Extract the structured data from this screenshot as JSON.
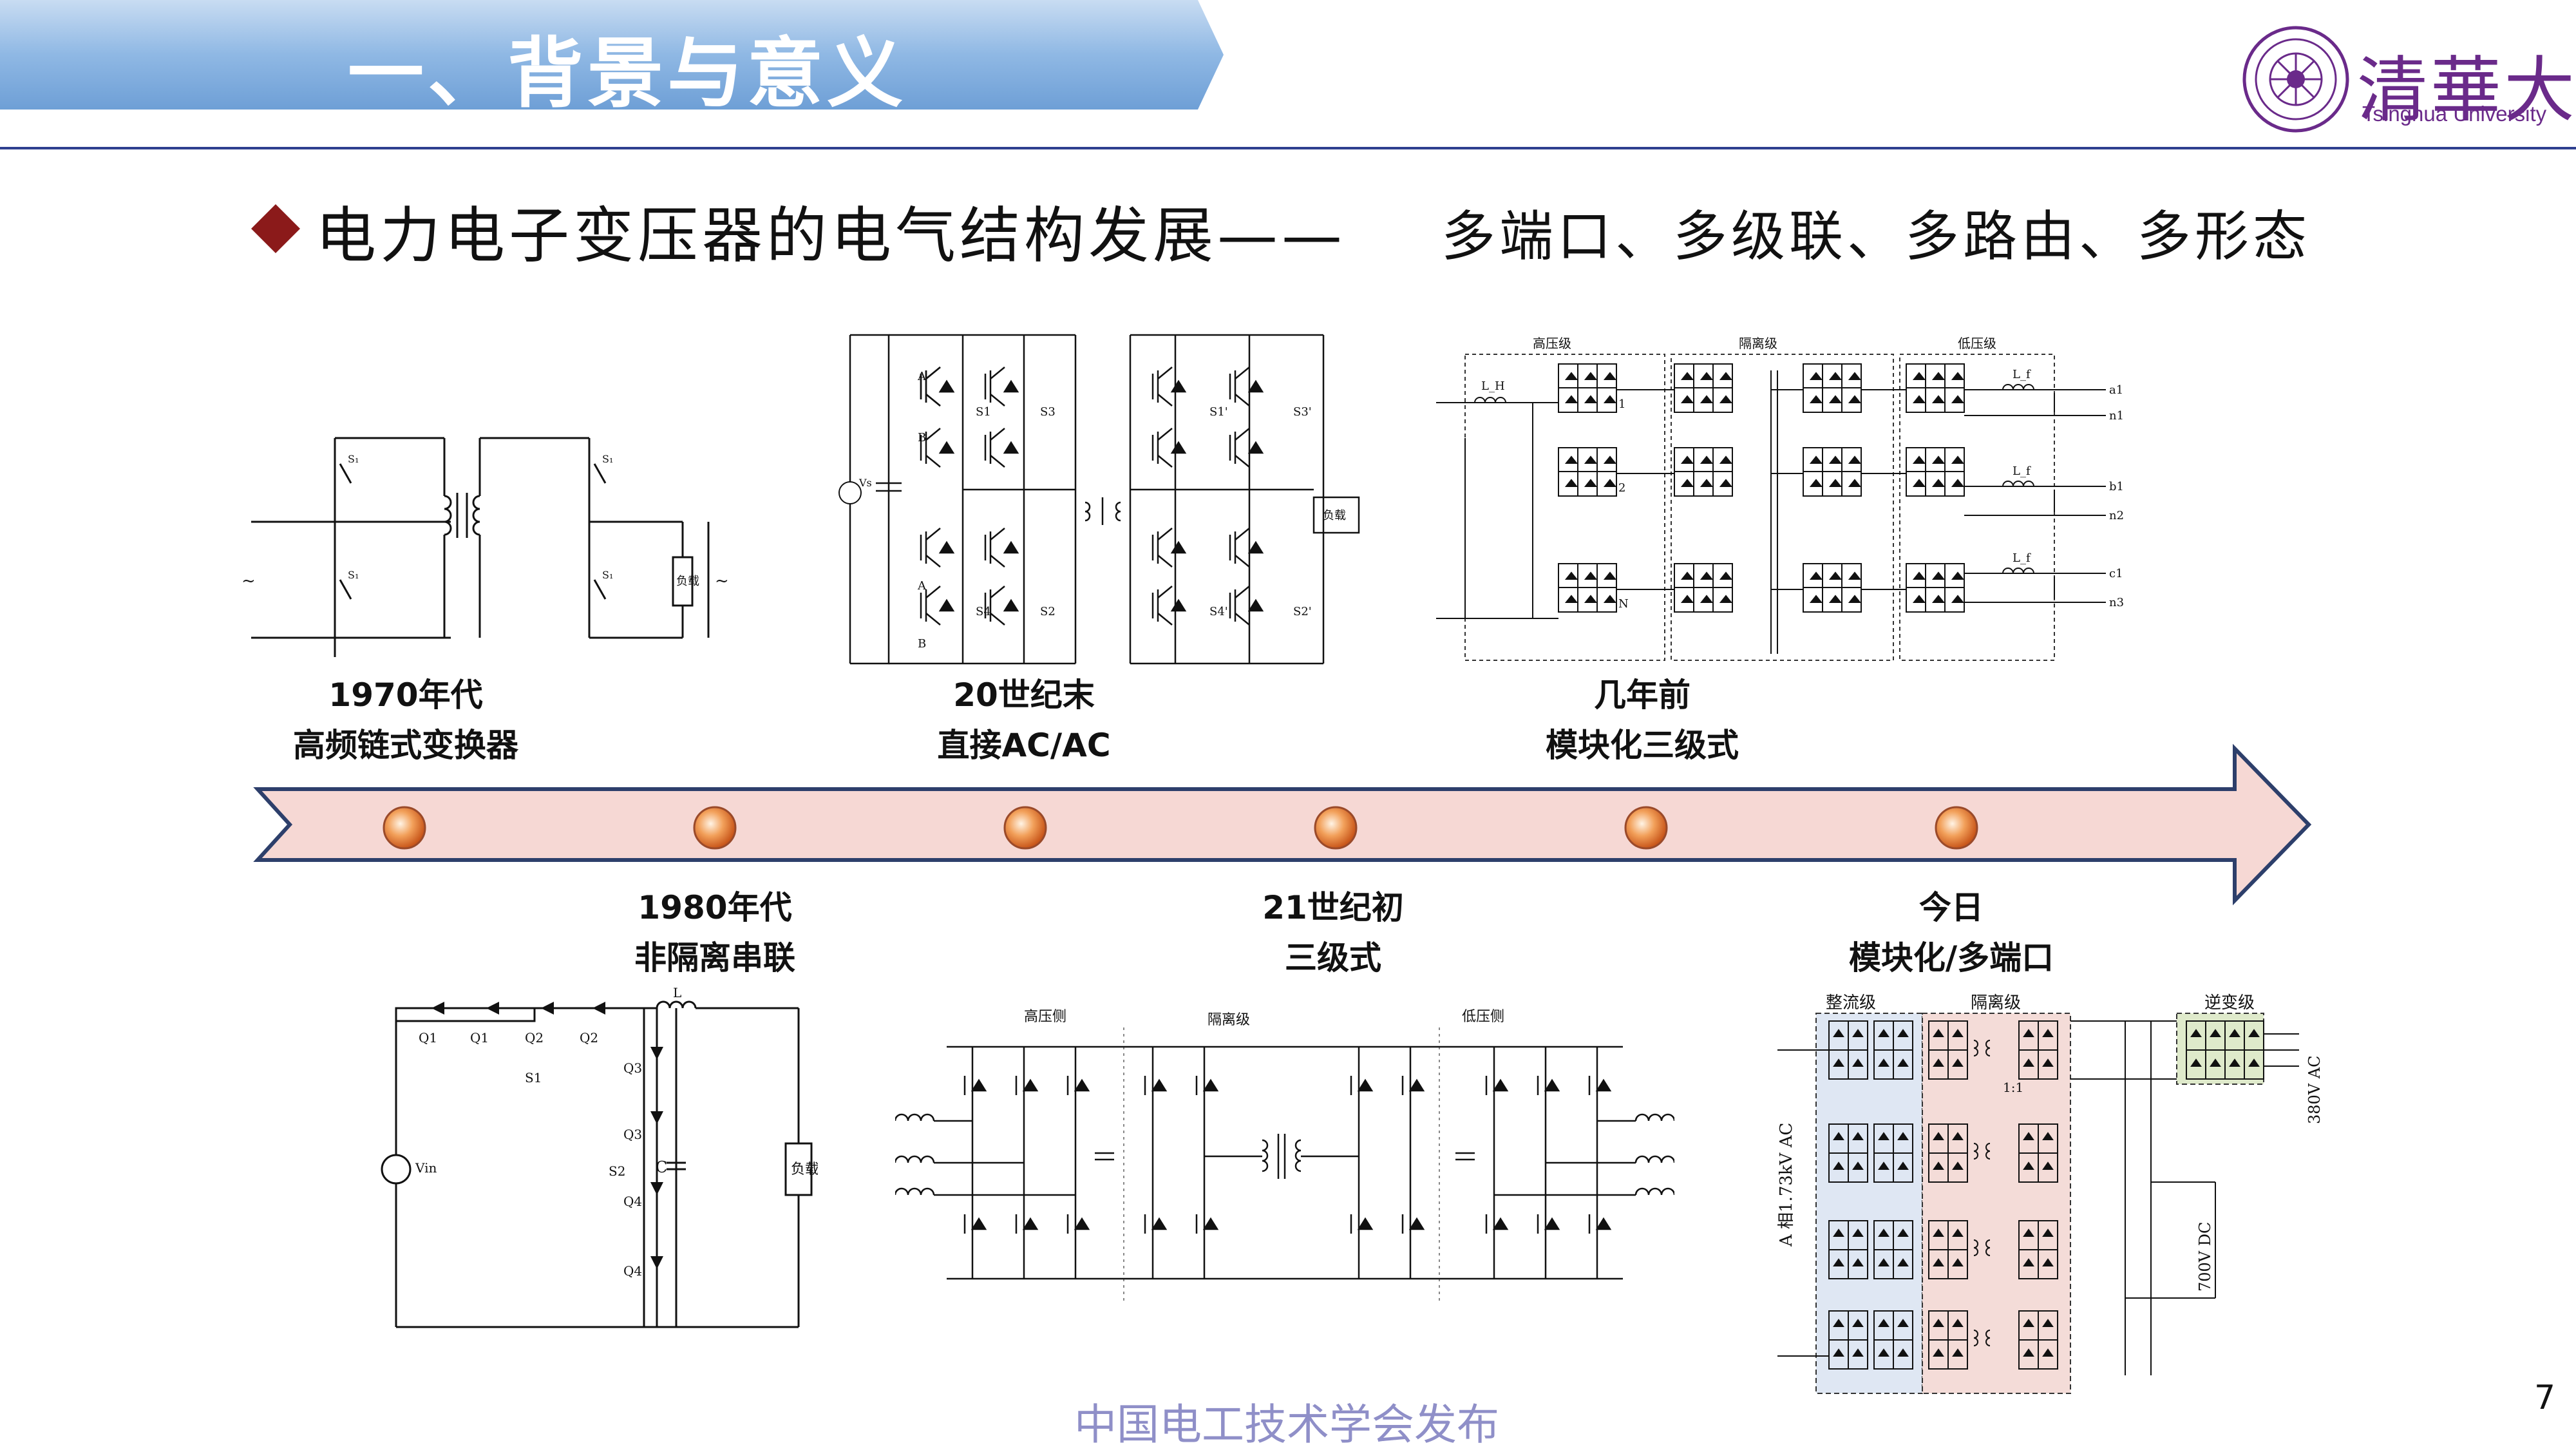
{
  "header": {
    "section_title": "一、背景与意义",
    "logo_name": "清華大學",
    "logo_english": "Tsinghua University",
    "banner_color": "#8fb8e4"
  },
  "subtitle": {
    "main": "电力电子变压器的电气结构发展——",
    "tail": "多端口、多级联、多路由、多形态",
    "bullet_color": "#8b1a1a"
  },
  "timeline": {
    "arrow_fill": "#f6d8d4",
    "milestones_top": [
      {
        "era": "1970年代",
        "topology": "高频链式变换器"
      },
      {
        "era": "20世纪末",
        "topology": "直接AC/AC"
      },
      {
        "era": "几年前",
        "topology": "模块化三级式"
      }
    ],
    "milestones_bottom": [
      {
        "era": "1980年代",
        "topology": "非隔离串联"
      },
      {
        "era": "21世纪初",
        "topology": "三级式"
      },
      {
        "era": "今日",
        "topology": "模块化/多端口"
      }
    ]
  },
  "figures": {
    "f1970": {
      "labels": [
        "S₁",
        "S₁",
        "S₁",
        "S₁",
        "负载",
        "~",
        "~"
      ]
    },
    "f20c": {
      "labels": [
        "A",
        "B",
        "S1",
        "S3",
        "S4",
        "S2",
        "A",
        "B",
        "S1'",
        "S3'",
        "S4'",
        "S2'",
        "Vs",
        "负载"
      ]
    },
    "fmod3": {
      "stages": [
        "高压级",
        "隔离级",
        "低压级"
      ],
      "labels": [
        "L_H",
        "1",
        "2",
        "N",
        "L_f",
        "L_f",
        "L_f",
        "a1",
        "n1",
        "b1",
        "n2",
        "c1",
        "n3"
      ]
    },
    "f1980": {
      "labels": [
        "Q1",
        "Q1",
        "Q2",
        "Q2",
        "S1",
        "L",
        "Q3",
        "Q3",
        "Q4",
        "Q4",
        "S2",
        "C",
        "负载",
        "Vin"
      ]
    },
    "f21c": {
      "stages": [
        "高压侧",
        "隔离级",
        "低压侧"
      ]
    },
    "ftoday": {
      "stages": [
        "整流级",
        "隔离级",
        "逆变级"
      ],
      "labels": [
        "1:1",
        "A 相1.73kV AC",
        "700V DC",
        "380V AC"
      ],
      "colors": {
        "rect": "#dfe7f3",
        "iso": "#f4dcd8",
        "inv": "#dfeacb"
      }
    }
  },
  "footer": {
    "publisher": "中国电工技术学会发布",
    "page_number": "7"
  }
}
